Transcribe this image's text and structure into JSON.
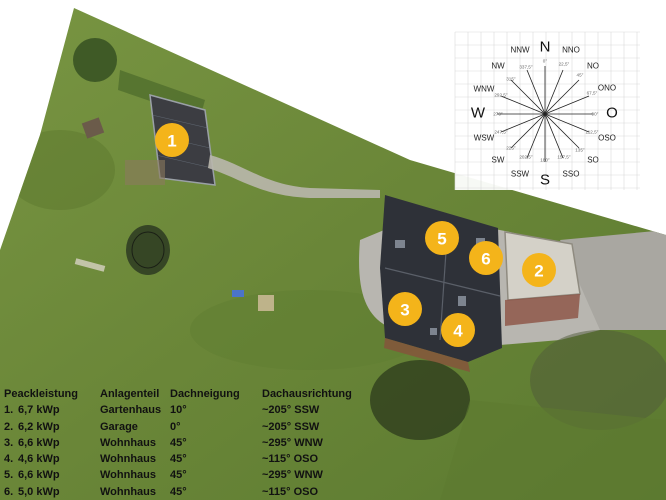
{
  "table": {
    "headers": {
      "power": "Peackleistung",
      "part": "Anlagenteil",
      "tilt": "Dachneigung",
      "direction": "Dachausrichtung"
    },
    "rows": [
      {
        "no": "1.",
        "power": "6,7 kWp",
        "part": "Gartenhaus",
        "tilt": "10°",
        "direction": "~205° SSW"
      },
      {
        "no": "2.",
        "power": "6,2 kWp",
        "part": "Garage",
        "tilt": "0°",
        "direction": "~205° SSW"
      },
      {
        "no": "3.",
        "power": "6,6 kWp",
        "part": "Wohnhaus",
        "tilt": "45°",
        "direction": "~295° WNW"
      },
      {
        "no": "4.",
        "power": "4,6 kWp",
        "part": "Wohnhaus",
        "tilt": "45°",
        "direction": "~115° OSO"
      },
      {
        "no": "5.",
        "power": "6,6 kWp",
        "part": "Wohnhaus",
        "tilt": "45°",
        "direction": "~295° WNW"
      },
      {
        "no": "6.",
        "power": "5,0 kWp",
        "part": "Wohnhaus",
        "tilt": "45°",
        "direction": "~115° OSO"
      }
    ]
  },
  "markers": [
    {
      "label": "1"
    },
    {
      "label": "2"
    },
    {
      "label": "3"
    },
    {
      "label": "4"
    },
    {
      "label": "5"
    },
    {
      "label": "6"
    }
  ],
  "compass": {
    "main": {
      "north": "N",
      "east": "O",
      "south": "S",
      "west": "W"
    },
    "mid": {
      "nnw": "NNW",
      "nno": "NNO",
      "nw": "NW",
      "no": "NO",
      "wnw": "WNW",
      "ono": "ONO",
      "wsw": "WSW",
      "oso": "OSO",
      "sw": "SW",
      "so": "SO",
      "ssw": "SSW",
      "sso": "SSO"
    },
    "degrees": {
      "d0": "0°",
      "d22": "22,5°",
      "d45": "45°",
      "d67": "67,5°",
      "d90": "90°",
      "d112": "112,5°",
      "d135": "135°",
      "d157": "157,5°",
      "d180": "180°",
      "d202": "202,5°",
      "d225": "225°",
      "d247": "247,5°",
      "d270": "270°",
      "d292": "292,5°",
      "d315": "315°",
      "d337": "337,5°"
    }
  },
  "colors": {
    "marker": "#f4b41a",
    "grass": "#6f8a3c",
    "grass_dark": "#4f6a2a"
  }
}
